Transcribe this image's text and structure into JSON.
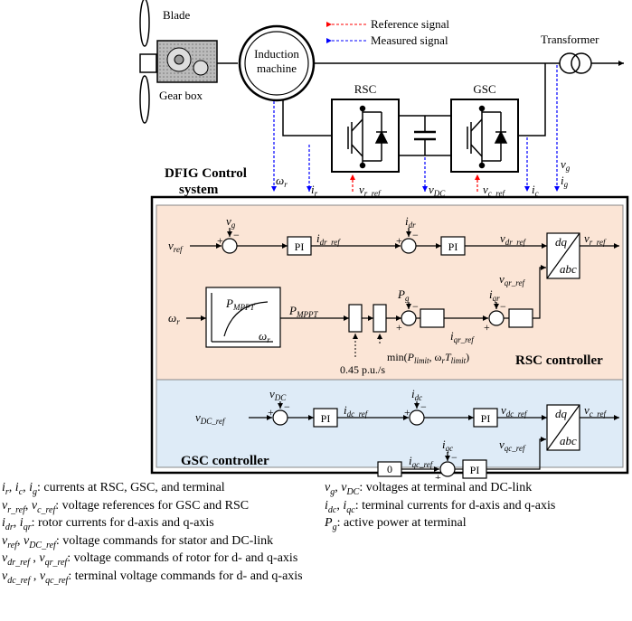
{
  "colors": {
    "rsc_bg": "#FBE5D6",
    "gsc_bg": "#DEEBF7",
    "reference": "#FF0000",
    "measured": "#0000FF"
  },
  "top": {
    "blade": "Blade",
    "gearbox": "Gear box",
    "induction": "Induction",
    "machine": "machine",
    "rsc": "RSC",
    "gsc": "GSC",
    "transformer": "Transformer",
    "legend_ref": "Reference signal",
    "legend_meas": "Measured signal",
    "title1": "DFIG Control",
    "title2": "system"
  },
  "signals": {
    "wr": "ω",
    "wr_sub": "r",
    "ir": "i",
    "ir_sub": "r",
    "vr_ref": "v",
    "vr_ref_sub": "r_ref",
    "vdc": "v",
    "vdc_sub": "DC",
    "vc_ref": "v",
    "vc_ref_sub": "c_ref",
    "ic": "i",
    "ic_sub": "c",
    "vg": "v",
    "vg_sub": "g",
    "ig": "i",
    "ig_sub": "g"
  },
  "rsc": {
    "label": "RSC controller",
    "pi": "PI",
    "vref": "v",
    "vref_sub": "ref",
    "vg": "v",
    "vg_sub": "g",
    "idr_ref": "i",
    "idr_ref_sub": "dr_ref",
    "idr": "i",
    "idr_sub": "dr",
    "vdr_ref": "v",
    "vdr_ref_sub": "dr_ref",
    "vr_ref": "v",
    "vr_ref_sub": "r_ref",
    "dq": "dq",
    "abc": "abc",
    "vqr_ref": "v",
    "vqr_ref_sub": "qr_ref",
    "iqr": "i",
    "iqr_sub": "qr",
    "iqr_ref": "i",
    "iqr_ref_sub": "qr_ref",
    "pg": "P",
    "pg_sub": "g",
    "wr": "ω",
    "wr_sub": "r",
    "pmppt": "P",
    "pmppt_sub": "MPPT",
    "pmppt_out": "P",
    "pmppt_out_sub": "MPPT",
    "min_text": "min(",
    "plim": "P",
    "plim_sub": "limit",
    "comma": ", ω",
    "rT": "T",
    "tlim_sub": "limit",
    "close": ")",
    "rate": "0.45 p.u./s"
  },
  "gsc": {
    "label": "GSC controller",
    "pi": "PI",
    "vdc": "v",
    "vdc_sub": "DC",
    "vdc_ref": "v",
    "vdc_ref_sub": "DC_ref",
    "idc": "i",
    "idc_sub": "dc",
    "idc_ref": "i",
    "idc_ref_sub": "dc_ref",
    "vdc_ref_out": "v",
    "vdc_ref_out_sub": "dc_ref",
    "vc_ref": "v",
    "vc_ref_sub": "c_ref",
    "iqc": "i",
    "iqc_sub": "qc",
    "iqc_ref": "i",
    "iqc_ref_sub": "qc_ref",
    "vqc_ref": "v",
    "vqc_ref_sub": "qc_ref",
    "zero": "0",
    "dq": "dq",
    "abc": "abc"
  },
  "signs": {
    "plus": "+",
    "minus": "−"
  },
  "legend": [
    {
      "col": 0,
      "row": 0,
      "sym": "i",
      "sub": "r",
      "rest": ", ",
      "sym2": "i",
      "sub2": "c",
      "rest2": ", ",
      "sym3": "i",
      "sub3": "g",
      "text": ": currents at RSC, GSC, and terminal"
    },
    {
      "col": 1,
      "row": 0,
      "sym": "v",
      "sub": "g",
      "rest": ", ",
      "sym2": "v",
      "sub2": "DC",
      "rest2": "",
      "sym3": "",
      "sub3": "",
      "text": ": voltages at terminal and DC-link"
    },
    {
      "col": 0,
      "row": 1,
      "sym": "v",
      "sub": "r_ref",
      "rest": ", ",
      "sym2": "v",
      "sub2": "c_ref",
      "rest2": "",
      "sym3": "",
      "sub3": "",
      "text": ": voltage references for GSC and RSC"
    },
    {
      "col": 1,
      "row": 1,
      "sym": "i",
      "sub": "dc",
      "rest": ", ",
      "sym2": "i",
      "sub2": "qc",
      "rest2": "",
      "sym3": "",
      "sub3": "",
      "text": ": terminal currents for d-axis and q-axis"
    },
    {
      "col": 0,
      "row": 2,
      "sym": "i",
      "sub": "dr",
      "rest": ", ",
      "sym2": "i",
      "sub2": "qr",
      "rest2": "",
      "sym3": "",
      "sub3": "",
      "text": ": rotor currents for d-axis and q-axis"
    },
    {
      "col": 1,
      "row": 2,
      "sym": "P",
      "sub": "g",
      "rest": "",
      "sym2": "",
      "sub2": "",
      "rest2": "",
      "sym3": "",
      "sub3": "",
      "text": ": active power at terminal"
    },
    {
      "col": 0,
      "row": 3,
      "sym": "v",
      "sub": "ref",
      "rest": ", ",
      "sym2": "v",
      "sub2": "DC_ref",
      "rest2": "",
      "sym3": "",
      "sub3": "",
      "text": ": voltage commands for stator and DC-link"
    },
    {
      "col": 0,
      "row": 4,
      "sym": "v",
      "sub": "dr_ref",
      "rest": " , ",
      "sym2": "v",
      "sub2": "qr_ref",
      "rest2": "",
      "sym3": "",
      "sub3": "",
      "text": ": voltage commands of rotor for d- and q-axis"
    },
    {
      "col": 0,
      "row": 5,
      "sym": "v",
      "sub": "dc_ref",
      "rest": " , ",
      "sym2": "v",
      "sub2": "qc_ref",
      "rest2": "",
      "sym3": "",
      "sub3": "",
      "text": ": terminal voltage commands for d- and q-axis"
    }
  ]
}
